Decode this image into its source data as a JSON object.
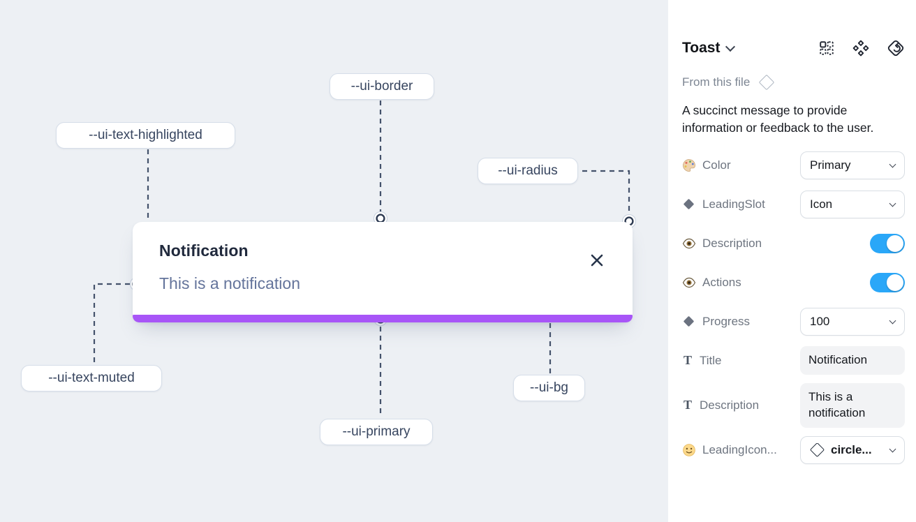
{
  "colors": {
    "canvas_bg": "#edf0f4",
    "primary_purple": "#a855f7",
    "toggle_blue": "#2aa7f8"
  },
  "canvas": {
    "toast": {
      "title": "Notification",
      "description": "This is a notification"
    },
    "labels": [
      {
        "id": "ui-border",
        "text": "--ui-border"
      },
      {
        "id": "ui-text-highlighted",
        "text": "--ui-text-highlighted"
      },
      {
        "id": "ui-radius",
        "text": "--ui-radius"
      },
      {
        "id": "ui-text-muted",
        "text": "--ui-text-muted"
      },
      {
        "id": "ui-primary",
        "text": "--ui-primary"
      },
      {
        "id": "ui-bg",
        "text": "--ui-bg"
      }
    ]
  },
  "panel": {
    "title": "Toast",
    "header_icons": [
      "instance-grid-icon",
      "component-diamonds-icon",
      "swap-instance-icon"
    ],
    "source": "From this file",
    "description": "A succinct message to provide information or feedback to the user.",
    "properties": [
      {
        "label": "Color",
        "icon": "palette-icon",
        "control": "select",
        "value": "Primary"
      },
      {
        "label": "LeadingSlot",
        "icon": "diamond-icon",
        "control": "select",
        "value": "Icon"
      },
      {
        "label": "Description",
        "icon": "eye-icon",
        "control": "toggle",
        "value": "on"
      },
      {
        "label": "Actions",
        "icon": "eye-icon",
        "control": "toggle",
        "value": "on"
      },
      {
        "label": "Progress",
        "icon": "diamond-icon",
        "control": "select",
        "value": "100"
      },
      {
        "label": "Title",
        "icon": "text-icon",
        "control": "text",
        "value": "Notification"
      },
      {
        "label": "Description",
        "icon": "text-icon",
        "control": "text",
        "value": "This is a notification"
      },
      {
        "label": "LeadingIcon...",
        "icon": "smiley-icon",
        "control": "select",
        "value": "circle..."
      }
    ]
  }
}
